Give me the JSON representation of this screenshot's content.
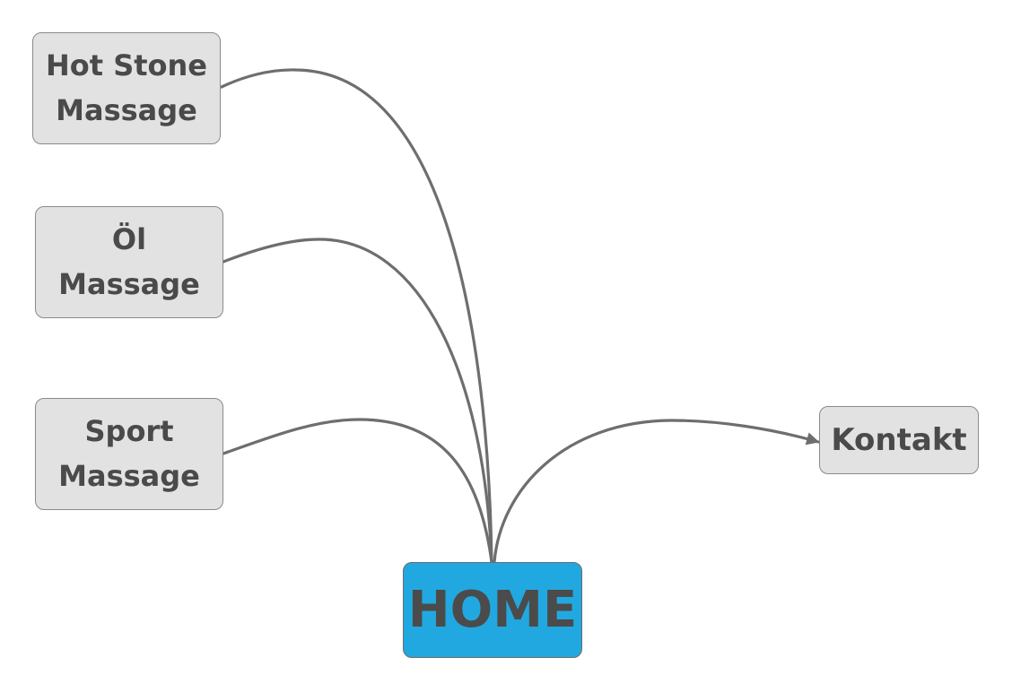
{
  "diagram": {
    "root": {
      "label": "HOME",
      "color": "#22a8e0"
    },
    "nodes": [
      {
        "id": "hot-stone",
        "label": "Hot Stone\nMassage"
      },
      {
        "id": "oel",
        "label": "Öl\nMassage"
      },
      {
        "id": "sport",
        "label": "Sport\nMassage"
      },
      {
        "id": "kontakt",
        "label": "Kontakt"
      }
    ],
    "edges": [
      {
        "from": "HOME",
        "to": "hot-stone",
        "arrow": false
      },
      {
        "from": "HOME",
        "to": "oel",
        "arrow": false
      },
      {
        "from": "HOME",
        "to": "sport",
        "arrow": false
      },
      {
        "from": "HOME",
        "to": "kontakt",
        "arrow": true
      }
    ],
    "colors": {
      "node_fill": "#e2e2e2",
      "node_border": "#8a8a8a",
      "text": "#4a4a4a",
      "edge": "#6e6e6e"
    }
  }
}
